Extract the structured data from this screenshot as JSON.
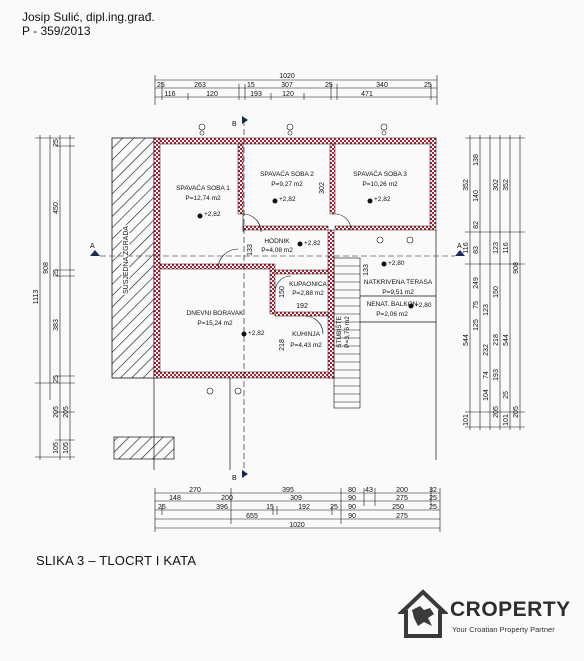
{
  "header": {
    "author": "Josip Sulić, dipl.ing.građ.",
    "doc_number": "P - 359/2013"
  },
  "caption": "SLIKA 3 – TLOCRT I KATA",
  "section_markers": {
    "a_left": "A",
    "a_right": "A",
    "b_top": "B",
    "b_bottom": "B"
  },
  "neighbor_label": "SUSJEDNA ZGRADA",
  "rooms": [
    {
      "name": "SPAVAĆA SOBA 1",
      "area": "P=12,74 m2"
    },
    {
      "name": "SPAVAĆA SOBA 2",
      "area": "P=9,27 m2"
    },
    {
      "name": "SPAVAĆA SOBA 3",
      "area": "P=10,26 m2"
    },
    {
      "name": "HODNIK",
      "area": "P=4,08 m2"
    },
    {
      "name": "DNEVNI BORAVAK",
      "area": "P=15,24 m2"
    },
    {
      "name": "KUPAONICA",
      "area": "P=2,88 m2"
    },
    {
      "name": "KUHINJA",
      "area": "P=4,43 m2"
    },
    {
      "name": "NATKRIVENA TERASA",
      "area": "P=9,51 m2"
    },
    {
      "name": "NENAT. BALKON",
      "area": "P=2,06 m2"
    },
    {
      "name": "STUBIŠTE",
      "area": "P=3,76 m2"
    }
  ],
  "levels": {
    "l1": "+2,82",
    "l2": "+2,82",
    "l3": "+2,82",
    "l4": "+2,82",
    "l5": "+2,82",
    "l6": "+2,80",
    "l7": "+2,80"
  },
  "inner_dims": {
    "d133a": "133",
    "d302": "302",
    "d150": "150",
    "d192": "192",
    "d218": "218",
    "d133b": "133"
  },
  "top_dims": {
    "row1": [
      "1020"
    ],
    "row2": [
      "25",
      "263",
      "15",
      "307",
      "25",
      "340",
      "25"
    ],
    "row3": [
      "116",
      "120",
      "193",
      "120",
      "471"
    ]
  },
  "bottom_dims": {
    "row1": [
      "270",
      "395",
      "80",
      "43",
      "200",
      "32"
    ],
    "row2": [
      "148",
      "200",
      "309",
      "90",
      "275",
      "25"
    ],
    "row3": [
      "25",
      "396",
      "15",
      "192",
      "25",
      "90",
      "250",
      "25"
    ],
    "row4": [
      "655",
      "90",
      "275"
    ],
    "row5": [
      "1020"
    ]
  },
  "left_dims": {
    "outer": [
      "1113"
    ],
    "mid": [
      "908"
    ],
    "inner": [
      "25",
      "450",
      "25",
      "383",
      "25",
      "205",
      "105"
    ],
    "inner2": [
      "205",
      "105"
    ]
  },
  "right_dims": {
    "c1": [
      "352",
      "116",
      "544",
      "101"
    ],
    "c2": [
      "138",
      "140",
      "82",
      "83",
      "249",
      "75",
      "125",
      "232",
      "74",
      "104",
      "193"
    ],
    "c3": [
      "302",
      "123",
      "150",
      "123",
      "218",
      "25",
      "205"
    ],
    "c4": [
      "352",
      "116",
      "544",
      "101"
    ],
    "c5": [
      "908",
      "205"
    ]
  },
  "logo": {
    "name": "CROPERTY",
    "tagline": "Your Croatian Property Partner"
  }
}
